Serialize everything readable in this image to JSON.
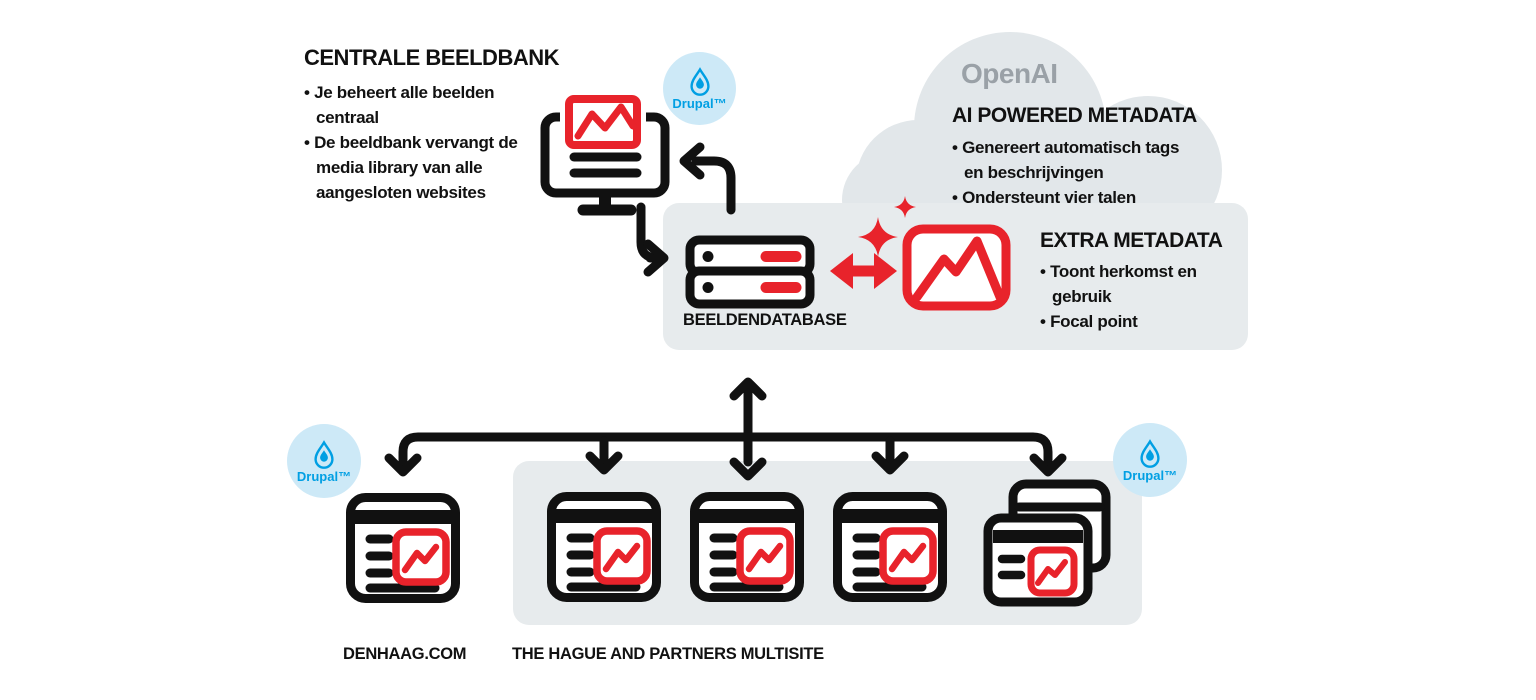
{
  "colors": {
    "red": "#e8232b",
    "ink": "#111111",
    "panel": "#e7ebed",
    "cloud": "#e2e7ea",
    "blue": "#009fe3",
    "badge": "#cde9f7",
    "gray": "#9aa1a7"
  },
  "beeldbank": {
    "title": "CENTRALE BEELDBANK",
    "bullets": [
      "Je beheert alle beelden centraal",
      "De beeldbank vervangt de media library van alle aangesloten websites"
    ]
  },
  "openai": {
    "logo": "OpenAI",
    "title": "AI POWERED METADATA",
    "bullets": [
      "Genereert automatisch tags en beschrijvingen",
      "Ondersteunt vier talen"
    ]
  },
  "extra_metadata": {
    "title": "EXTRA METADATA",
    "bullets": [
      "Toont herkomst en gebruik",
      "Focal point"
    ]
  },
  "database": {
    "label": "BEELDENDATABASE"
  },
  "sites": {
    "denhaag_label": "DENHAAG.COM",
    "multisite_label": "THE HAGUE AND PARTNERS MULTISITE"
  },
  "drupal": {
    "label": "Drupal™"
  },
  "icons": {
    "drupal_badge": "drupal-drop-icon",
    "monitor": "monitor-image-icon",
    "server": "database-server-icon",
    "picture": "picture-icon",
    "sparkles": "ai-sparkles-icon",
    "browser": "browser-window-icon",
    "stacked": "stacked-windows-icon",
    "flow": "flow-arrow-icons"
  }
}
